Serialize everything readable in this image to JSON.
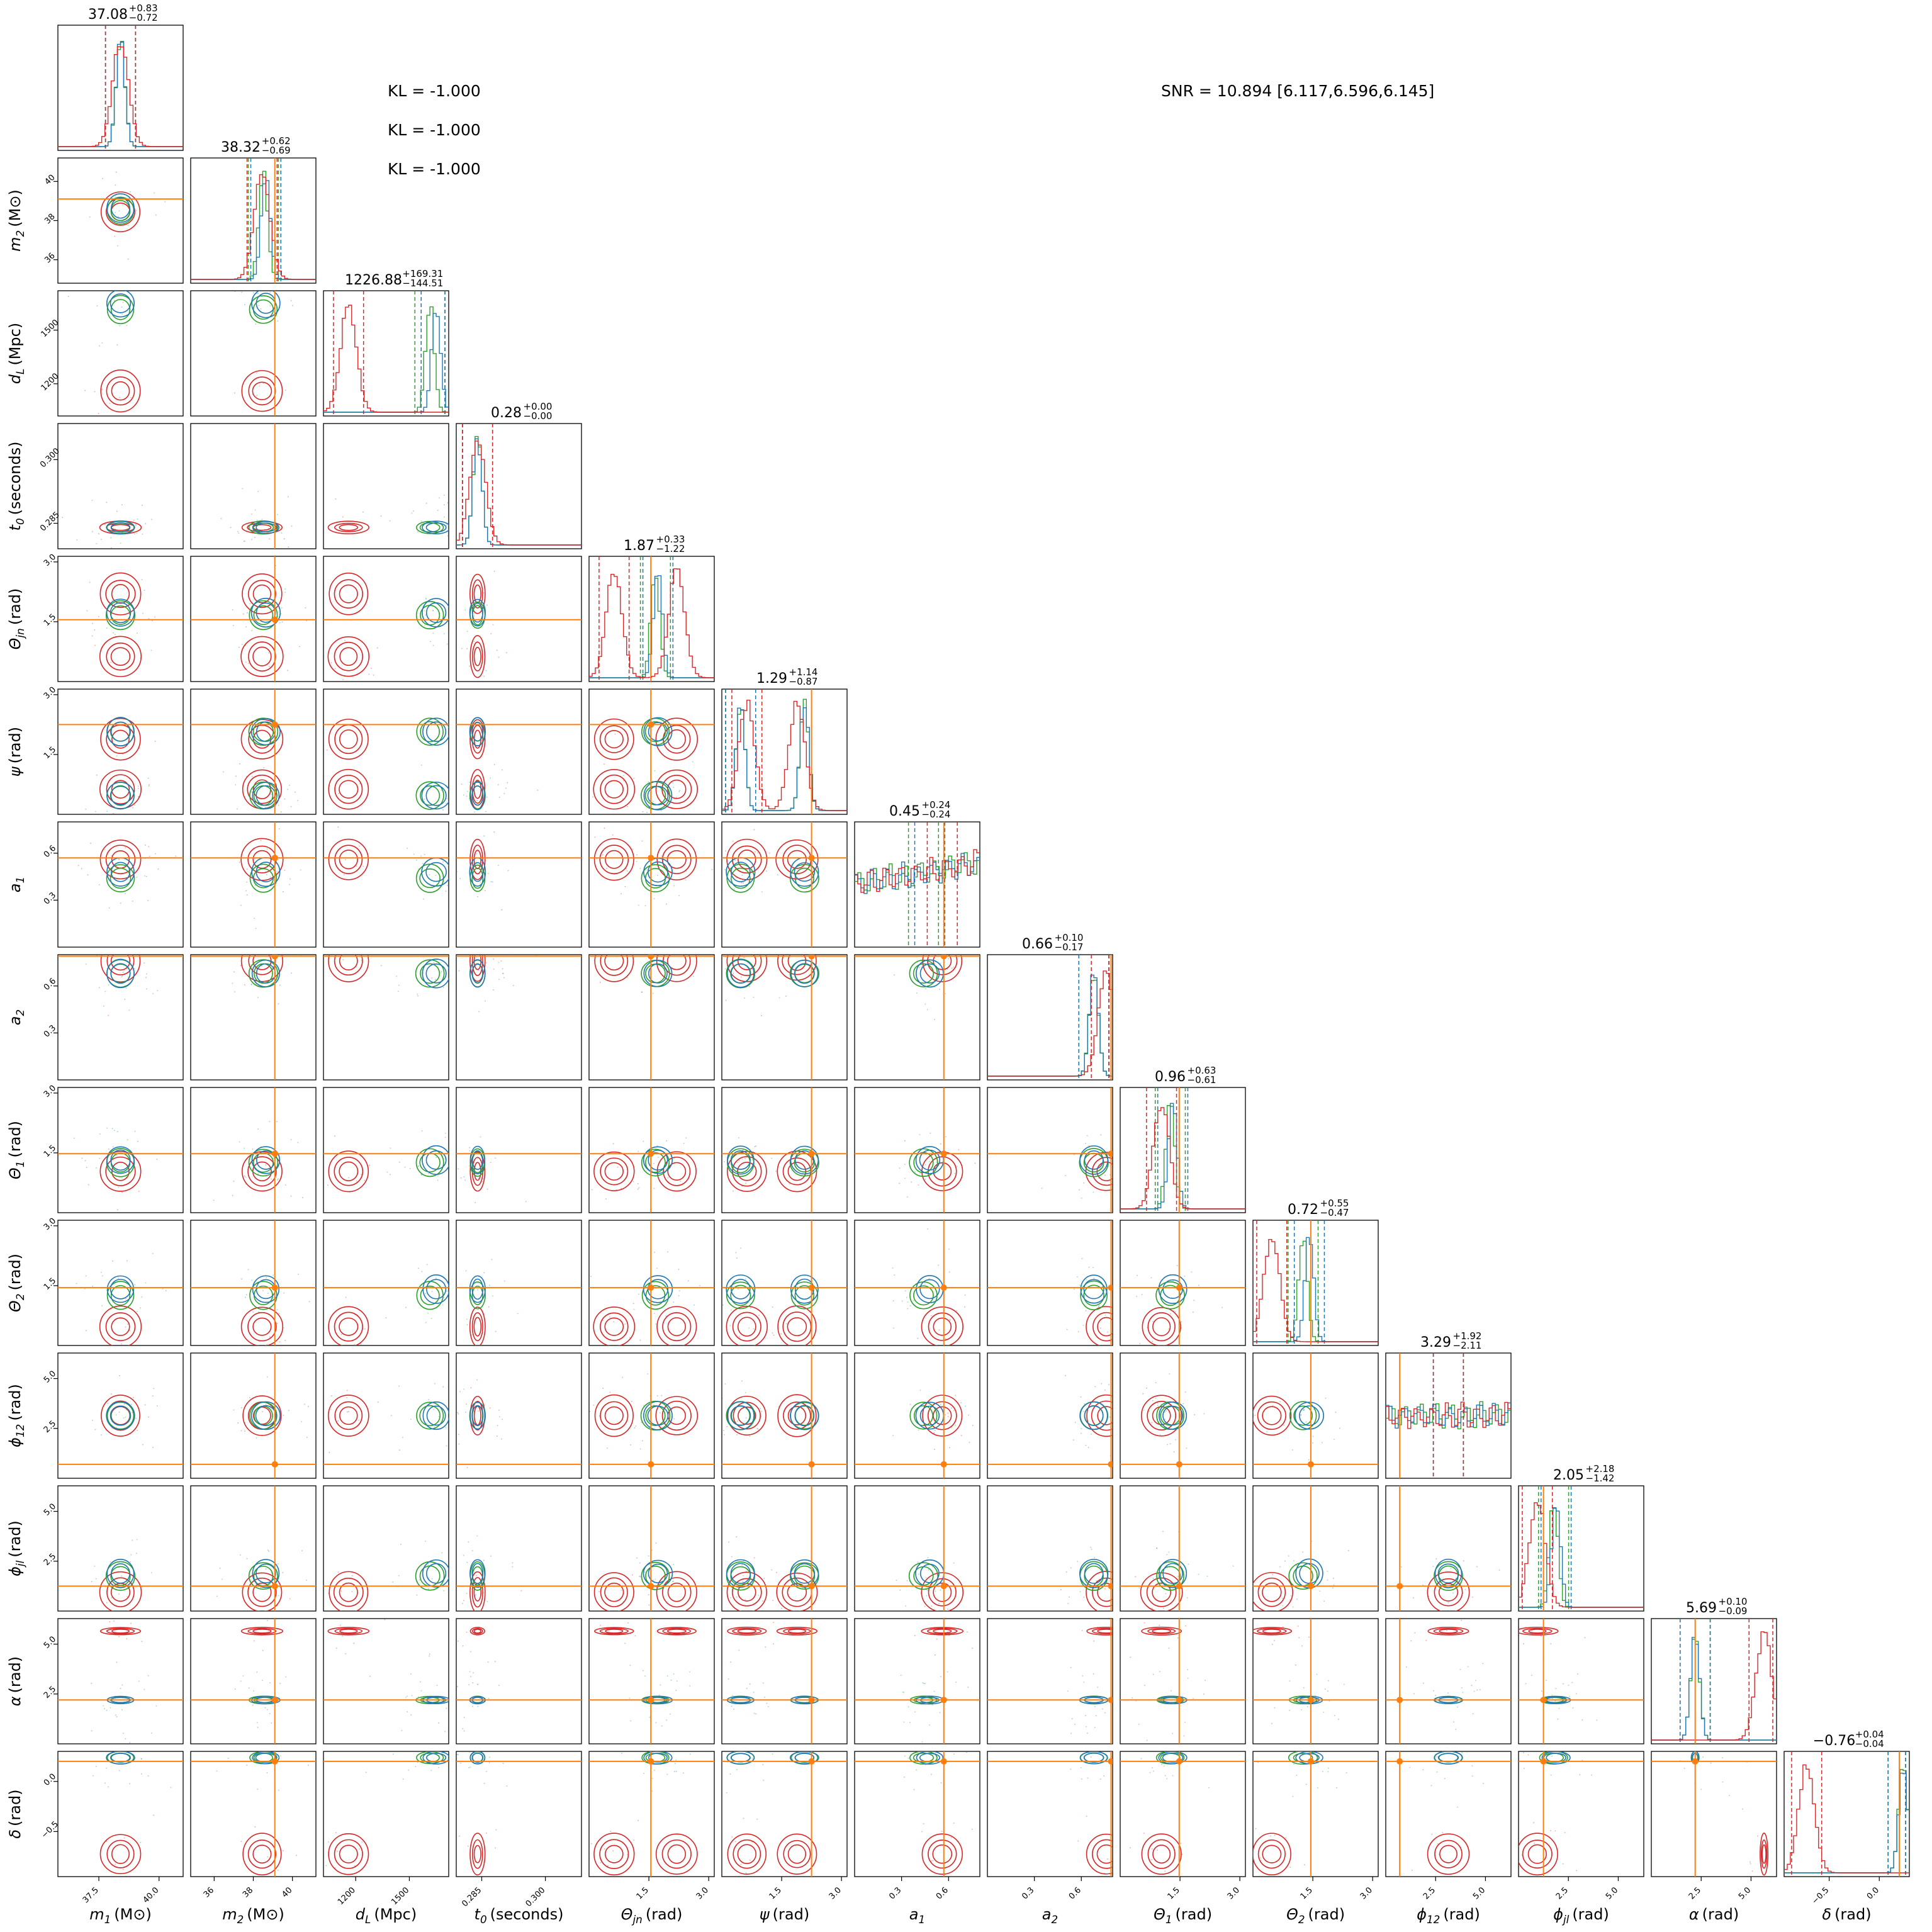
{
  "annotations": {
    "kl": [
      "KL = -1.000",
      "KL = -1.000",
      "KL = -1.000"
    ],
    "snr": "SNR = 10.894 [6.117,6.596,6.145]"
  },
  "colors": {
    "series_a": "#d62728",
    "series_b": "#1f77b4",
    "series_c": "#2ca02c",
    "injection": "#ff7f0e"
  },
  "chart_data": {
    "type": "corner",
    "series": [
      {
        "color": "#d62728"
      },
      {
        "color": "#1f77b4"
      },
      {
        "color": "#2ca02c"
      }
    ],
    "parameters": [
      {
        "label_main": "m",
        "label_sub": "1",
        "label_unit": "(M⊙)",
        "summary": "37.08",
        "plus": "+0.83",
        "minus": "−0.72",
        "ticks": [
          "37.5",
          "40.0"
        ],
        "range": [
          35.8,
          41.0
        ],
        "truth": null,
        "peaks": {
          "a": [
            0.5
          ],
          "b": [
            0.5
          ],
          "c": [
            0.5
          ]
        }
      },
      {
        "label_main": "m",
        "label_sub": "2",
        "label_unit": "(M⊙)",
        "summary": "38.32",
        "plus": "+0.62",
        "minus": "−0.69",
        "ticks": [
          "36",
          "38",
          "40"
        ],
        "range": [
          34.8,
          41.2
        ],
        "truth": 39.1,
        "peaks": {
          "a": [
            0.57
          ],
          "b": [
            0.6
          ],
          "c": [
            0.58
          ]
        }
      },
      {
        "label_main": "d",
        "label_sub": "L",
        "label_unit": "(Mpc)",
        "summary": "1226.88",
        "plus": "+169.31",
        "minus": "−144.51",
        "ticks": [
          "1200",
          "1500"
        ],
        "range": [
          1020,
          1720
        ],
        "truth": null,
        "peaks": {
          "a": [
            0.2
          ],
          "b": [
            0.9
          ],
          "c": [
            0.85
          ]
        }
      },
      {
        "label_main": "t",
        "label_sub": "0",
        "label_unit": "(seconds)",
        "summary": "0.28",
        "plus": "+0.00",
        "minus": "−0.00",
        "ticks": [
          "0.285",
          "0.300"
        ],
        "range": [
          0.279,
          0.3085
        ],
        "truth": null,
        "peaks": {
          "a": [
            0.17
          ],
          "b": [
            0.17
          ],
          "c": [
            0.17
          ]
        }
      },
      {
        "label_main": "Θ",
        "label_sub": "jn",
        "label_unit": "(rad)",
        "summary": "1.87",
        "plus": "+0.33",
        "minus": "−1.22",
        "ticks": [
          "1.5",
          "3.0"
        ],
        "range": [
          0.0,
          3.14
        ],
        "truth": 1.55,
        "peaks": {
          "a": [
            0.2,
            0.7
          ],
          "b": [
            0.55
          ],
          "c": [
            0.53
          ]
        }
      },
      {
        "label_main": "ψ",
        "label_sub": "",
        "label_unit": "(rad)",
        "summary": "1.29",
        "plus": "+1.14",
        "minus": "−0.87",
        "ticks": [
          "1.5",
          "3.0"
        ],
        "range": [
          0.0,
          3.14
        ],
        "truth": 2.25,
        "peaks": {
          "a": [
            0.2,
            0.6
          ],
          "b": [
            0.15,
            0.66
          ],
          "c": [
            0.15,
            0.66
          ]
        }
      },
      {
        "label_main": "a",
        "label_sub": "1",
        "label_unit": "",
        "summary": "0.45",
        "plus": "+0.24",
        "minus": "−0.24",
        "ticks": [
          "0.3",
          "0.6"
        ],
        "range": [
          0.0,
          0.8
        ],
        "truth": 0.57,
        "peaks": {
          "a": [
            0.7
          ],
          "b": [
            0.6
          ],
          "c": [
            0.55
          ]
        }
      },
      {
        "label_main": "a",
        "label_sub": "2",
        "label_unit": "",
        "summary": "0.66",
        "plus": "+0.10",
        "minus": "−0.17",
        "ticks": [
          "0.3",
          "0.6"
        ],
        "range": [
          0.0,
          0.8
        ],
        "truth": 0.79,
        "peaks": {
          "a": [
            0.95
          ],
          "b": [
            0.85
          ],
          "c": [
            0.85
          ]
        }
      },
      {
        "label_main": "Θ",
        "label_sub": "1",
        "label_unit": "(rad)",
        "summary": "0.96",
        "plus": "+0.63",
        "minus": "−0.61",
        "ticks": [
          "1.5",
          "3.0"
        ],
        "range": [
          0.0,
          3.14
        ],
        "truth": 1.48,
        "peaks": {
          "a": [
            0.33
          ],
          "b": [
            0.42
          ],
          "c": [
            0.4
          ]
        }
      },
      {
        "label_main": "Θ",
        "label_sub": "2",
        "label_unit": "(rad)",
        "summary": "0.72",
        "plus": "+0.55",
        "minus": "−0.47",
        "ticks": [
          "1.5",
          "3.0"
        ],
        "range": [
          0.0,
          3.14
        ],
        "truth": 1.45,
        "peaks": {
          "a": [
            0.15
          ],
          "b": [
            0.45
          ],
          "c": [
            0.4
          ]
        }
      },
      {
        "label_main": "ϕ",
        "label_sub": "12",
        "label_unit": "(rad)",
        "summary": "3.29",
        "plus": "+1.92",
        "minus": "−2.11",
        "ticks": [
          "2.5",
          "5.0"
        ],
        "range": [
          0.0,
          6.28
        ],
        "truth": 0.7,
        "peaks": {
          "a": [
            0.5
          ],
          "b": [
            0.5
          ],
          "c": [
            0.5
          ]
        }
      },
      {
        "label_main": "ϕ",
        "label_sub": "jl",
        "label_unit": "(rad)",
        "summary": "2.05",
        "plus": "+2.18",
        "minus": "−1.42",
        "ticks": [
          "2.5",
          "5.0"
        ],
        "range": [
          0.0,
          6.28
        ],
        "truth": 1.25,
        "peaks": {
          "a": [
            0.15
          ],
          "b": [
            0.3
          ],
          "c": [
            0.28
          ]
        }
      },
      {
        "label_main": "α",
        "label_sub": "",
        "label_unit": "(rad)",
        "summary": "5.69",
        "plus": "+0.10",
        "minus": "−0.09",
        "ticks": [
          "2.5",
          "5.0"
        ],
        "range": [
          0.0,
          6.28
        ],
        "truth": 2.2,
        "peaks": {
          "a": [
            0.9
          ],
          "b": [
            0.35
          ],
          "c": [
            0.35
          ]
        }
      },
      {
        "label_main": "δ",
        "label_sub": "",
        "label_unit": "(rad)",
        "summary": "−0.76",
        "plus": "+0.04",
        "minus": "−0.04",
        "ticks": [
          "−0.5",
          "0.0"
        ],
        "range": [
          -0.95,
          0.3
        ],
        "truth": 0.2,
        "peaks": {
          "a": [
            0.18
          ],
          "b": [
            0.95
          ],
          "c": [
            0.95
          ]
        }
      }
    ]
  }
}
